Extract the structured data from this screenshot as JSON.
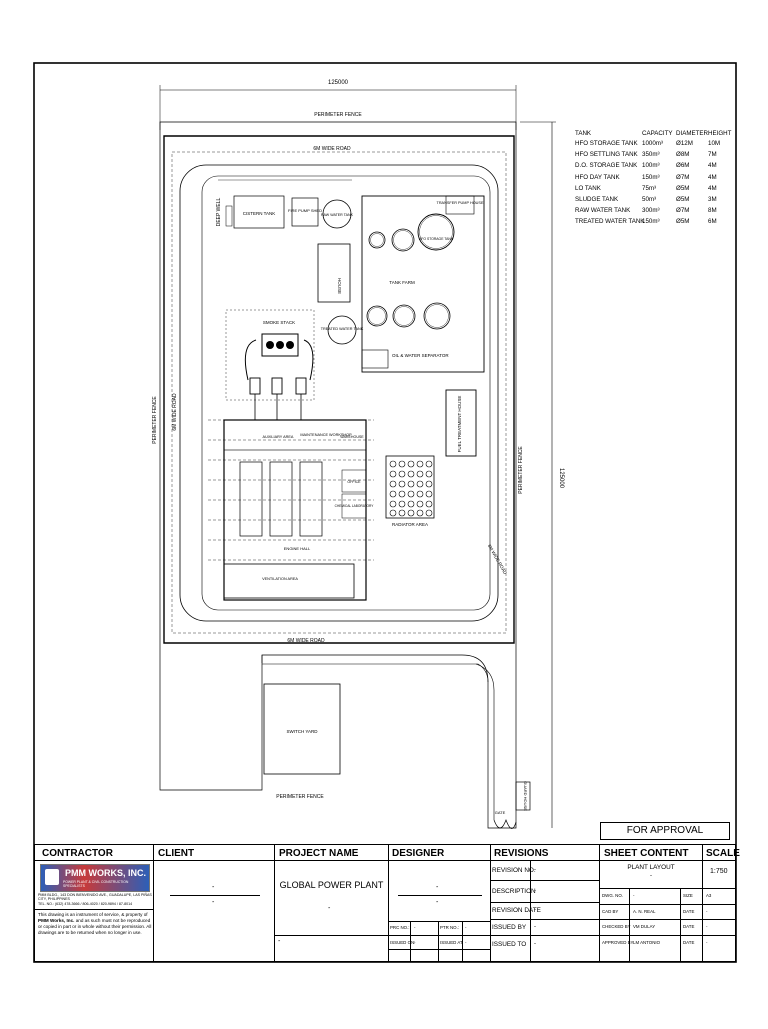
{
  "drawing": {
    "overall_width_dim": "125000",
    "overall_height_dim": "125000",
    "labels": {
      "perimeter_fence_top": "PERIMETER FENCE",
      "perimeter_fence_left": "PERIMETER FENCE",
      "perimeter_fence_right": "PERIMETER FENCE",
      "perimeter_fence_bottom": "PERIMETER FENCE",
      "road_top": "6M WIDE ROAD",
      "road_left": "6M WIDE ROAD",
      "road_bottom": "6M WIDE ROAD",
      "road_right": "6M WIDE ROAD",
      "deep_well": "DEEP WELL",
      "cistern_tank": "CISTERN TANK",
      "fire_pump_shed": "FIRE PUMP SHED",
      "raw_water_tank": "RAW WATER TANK",
      "transfer_pump_house": "TRANSFER PUMP HOUSE",
      "tank_farm": "TANK FARM",
      "house": "HOUSE",
      "treated_water": "TREATED WATER TANK",
      "smoke_stack": "SMOKE STACK",
      "oil_water_separator": "OIL & WATER SEPARATOR",
      "fuel_treatment_house": "FUEL TREATMENT HOUSE",
      "radiator_area": "RADIATOR AREA",
      "auxiliary_area": "AUXILIARY AREA",
      "maintenance_workshop": "MAINTENANCE WORKSHOP",
      "warehouse": "WAREHOUSE",
      "office": "OFFICE",
      "chemical_lab": "CHEMICAL LABORATORY",
      "engine_hall": "ENGINE HALL",
      "ventilation_area": "VENTILATION AREA",
      "switch_yard": "SWITCH YARD",
      "guard_house": "GUARD HOUSE",
      "gate": "GATE",
      "hfo_storage": "HFO STORAGE TANK",
      "hfo_settling": "HFO SETTLING TANK",
      "do_storage": "D.O. STORAGE TANK",
      "hfo_day": "HFO DAY TANK",
      "lo_tank": "LO TANK",
      "sludge": "SLUDGE TANK"
    }
  },
  "tank_table": {
    "headers": [
      "TANK",
      "CAPACITY",
      "DIAMETER",
      "HEIGHT"
    ],
    "rows": [
      [
        "HFO STORAGE TANK",
        "1000m³",
        "Ø12M",
        "10M"
      ],
      [
        "HFO SETTLING TANK",
        "350m³",
        "Ø8M",
        "7M"
      ],
      [
        "D.O. STORAGE TANK",
        "100m³",
        "Ø6M",
        "4M"
      ],
      [
        "HFO DAY TANK",
        "150m³",
        "Ø7M",
        "4M"
      ],
      [
        "LO TANK",
        "75m³",
        "Ø5M",
        "4M"
      ],
      [
        "SLUDGE TANK",
        "50m³",
        "Ø5M",
        "3M"
      ],
      [
        "RAW WATER TANK",
        "300m³",
        "Ø7M",
        "8M"
      ],
      [
        "TREATED WATER TANK",
        "150m³",
        "Ø5M",
        "6M"
      ]
    ]
  },
  "title_block": {
    "status": "FOR APPROVAL",
    "contractor_header": "CONTRACTOR",
    "client_header": "CLIENT",
    "project_header": "PROJECT NAME",
    "designer_header": "DESIGNER",
    "revisions_header": "REVISIONS",
    "sheet_content_header": "SHEET CONTENT",
    "scale_header": "SCALE",
    "company_logo_text": "PMM WORKS, INC.",
    "company_tagline": "POWER PLANT & CIVIL CONSTRUCTION SPECIALISTS",
    "company_address": "PMM BLDG., 143 DON BIENVENIDO AVE., GUADALUPE, LAS PIÑAS CITY, PHILIPPINES",
    "company_contact": "TEL. NO.: (632) 478-3666 / 806-4020 / 820-9894 / 87-8014",
    "disclaimer_prefix": "This drawing is an instrument of service, & property of",
    "disclaimer_company": "PMM Works, Inc.",
    "disclaimer_suffix": "and as such must not be reproduced or copied in part or in whole without their permission. All drawings are to be returned when no longer in use.",
    "client_name": "-",
    "client_sub": "-",
    "project_name": "GLOBAL POWER PLANT",
    "project_sub": "-",
    "designer_name": "-",
    "designer_sub": "-",
    "project_bottom_left": "-",
    "prc_no_label": "PRC NO.:",
    "prc_no_value": "-",
    "ptr_no_label": "PTR NO.:",
    "ptr_no_value": "-",
    "issued_on_label": "ISSUED ON:",
    "issued_on_value": "-",
    "issued_at_label": "ISSUED AT:",
    "issued_at_value": "-",
    "rev_no_label": "REVISION NO.",
    "rev_no_value": "-",
    "description_label": "DESCRIPTION",
    "description_value": "-",
    "rev_date_label": "REVISION DATE",
    "rev_date_value": "-",
    "issued_by_label": "ISSUED BY",
    "issued_by_value": "-",
    "issued_to_label": "ISSUED TO",
    "issued_to_value": "-",
    "sheet_content": "PLANT LAYOUT",
    "sheet_content_sub": "-",
    "scale": "1:750",
    "dwg_no_label": "DWG. NO.",
    "dwg_no_value": "-",
    "size_label": "SIZE",
    "size_value": "A3",
    "cad_by_label": "CAD BY",
    "cad_by_value": "A. N. REAL",
    "checked_by_label": "CHECKED BY",
    "checked_by_value": "VM DULAY",
    "approved_by_label": "APPROVED BY",
    "approved_by_value": "LM ANTONIO",
    "date_label": "DATE",
    "date_value": "-"
  }
}
